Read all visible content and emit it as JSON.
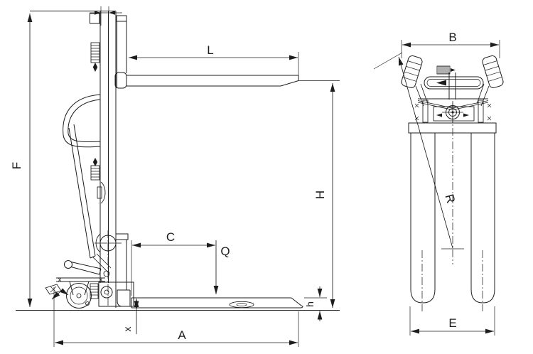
{
  "colors": {
    "line": "#1d1d1d",
    "background": "#ffffff"
  },
  "side_view": {
    "labels": {
      "F": "F",
      "L": "L",
      "H": "H",
      "C": "C",
      "Q": "Q",
      "A": "A",
      "x": "x",
      "h": "h"
    }
  },
  "top_view": {
    "labels": {
      "B": "B",
      "R": "R",
      "E": "E"
    }
  }
}
